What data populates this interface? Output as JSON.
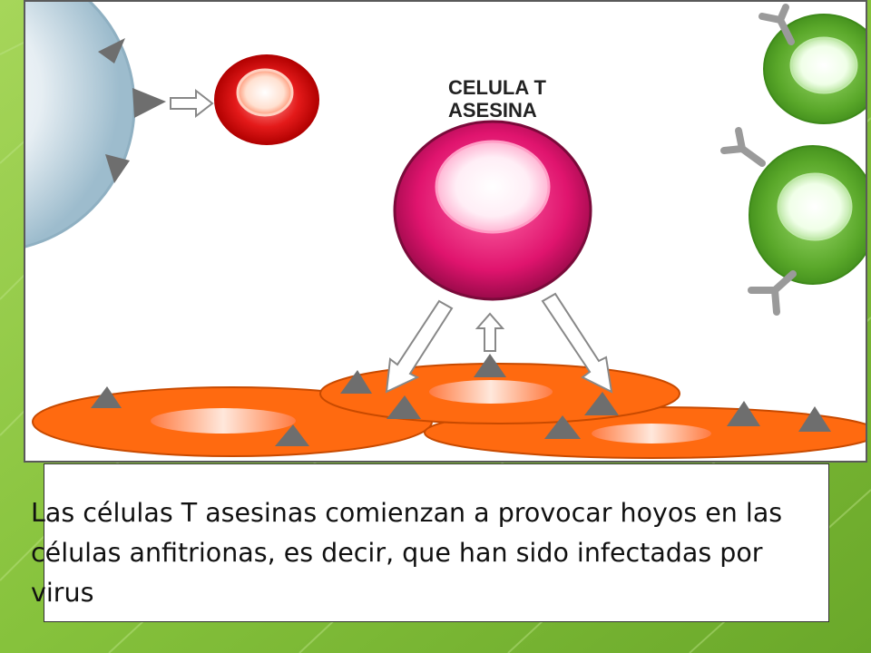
{
  "slide": {
    "caption": "Las células T asesinas comienzan a provocar hoyos en las células anfitrionas, es decir, que han sido infectadas por virus"
  },
  "diagram": {
    "label_line1": "CELULA T",
    "label_line2": "ASESINA"
  },
  "colors": {
    "background_green": "#8cc63f",
    "host_cell_orange": "#ff6a10",
    "killer_cell_magenta": "#e0146e",
    "red_cell": "#e01010",
    "green_cell": "#5aa82a",
    "antigen_gray": "#6e6e6e",
    "presenting_cell_blue": "#a8c4d4"
  }
}
